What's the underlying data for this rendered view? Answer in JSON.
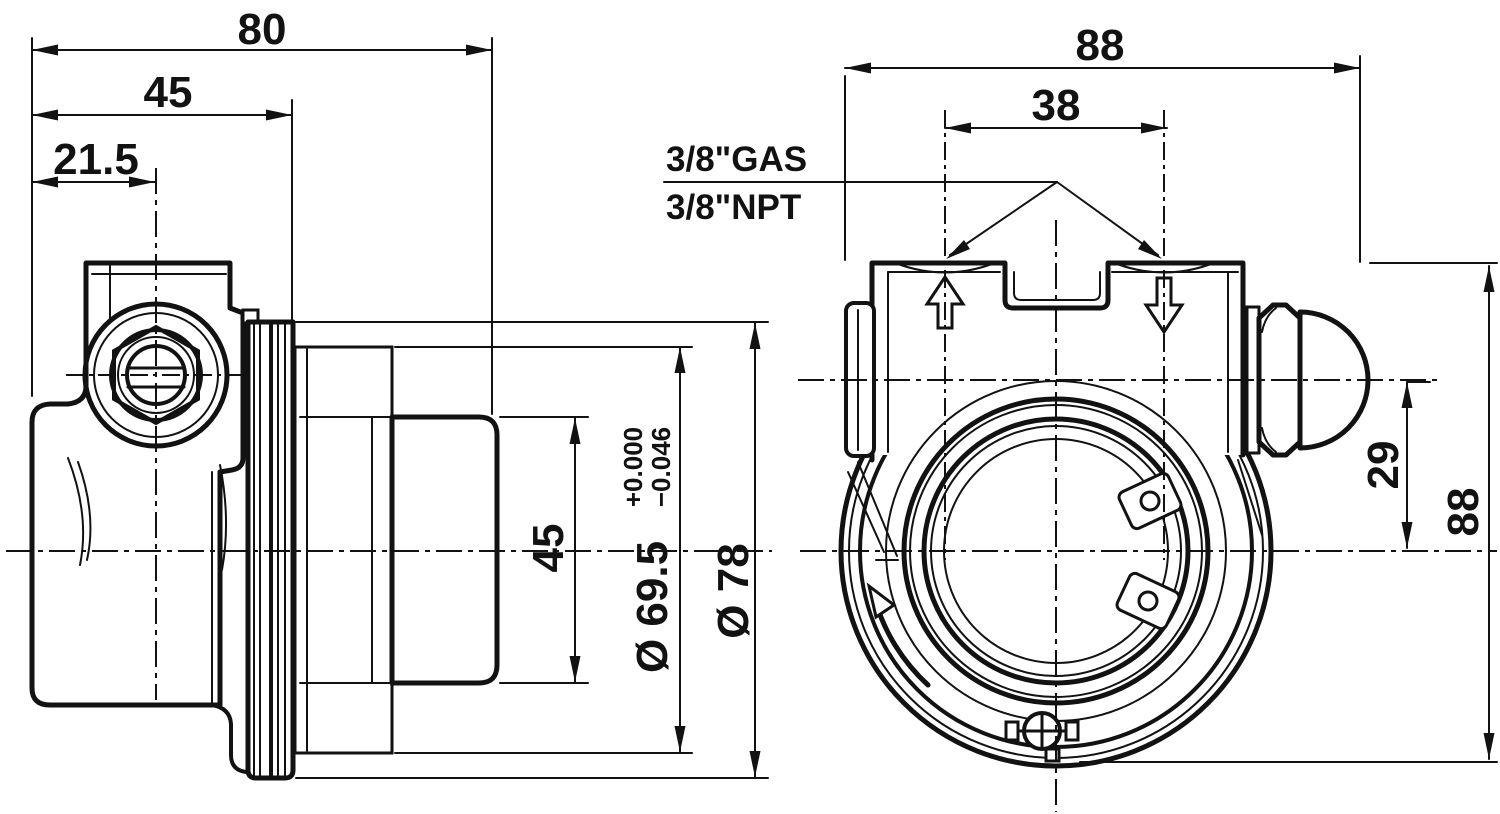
{
  "drawing": {
    "type": "engineering-dimension-drawing",
    "colors": {
      "line": "#121212",
      "background": "#ffffff"
    },
    "left_view": {
      "dim_overall_length": "80",
      "dim_flange_distance": "45",
      "dim_port_offset": "21.5",
      "dim_spigot_diameter": "45",
      "dim_pilot_diameter": "Ø 69.5",
      "dim_pilot_tol_upper": "+0.000",
      "dim_pilot_tol_lower": "−0.046",
      "dim_flange_diameter": "Ø 78"
    },
    "front_view": {
      "dim_overall_width": "88",
      "dim_port_spacing": "38",
      "label_port_thread_gas": "3/8\"GAS",
      "label_port_thread_npt": "3/8\"NPT",
      "dim_port_center_offset": "29",
      "dim_overall_height": "88"
    }
  }
}
